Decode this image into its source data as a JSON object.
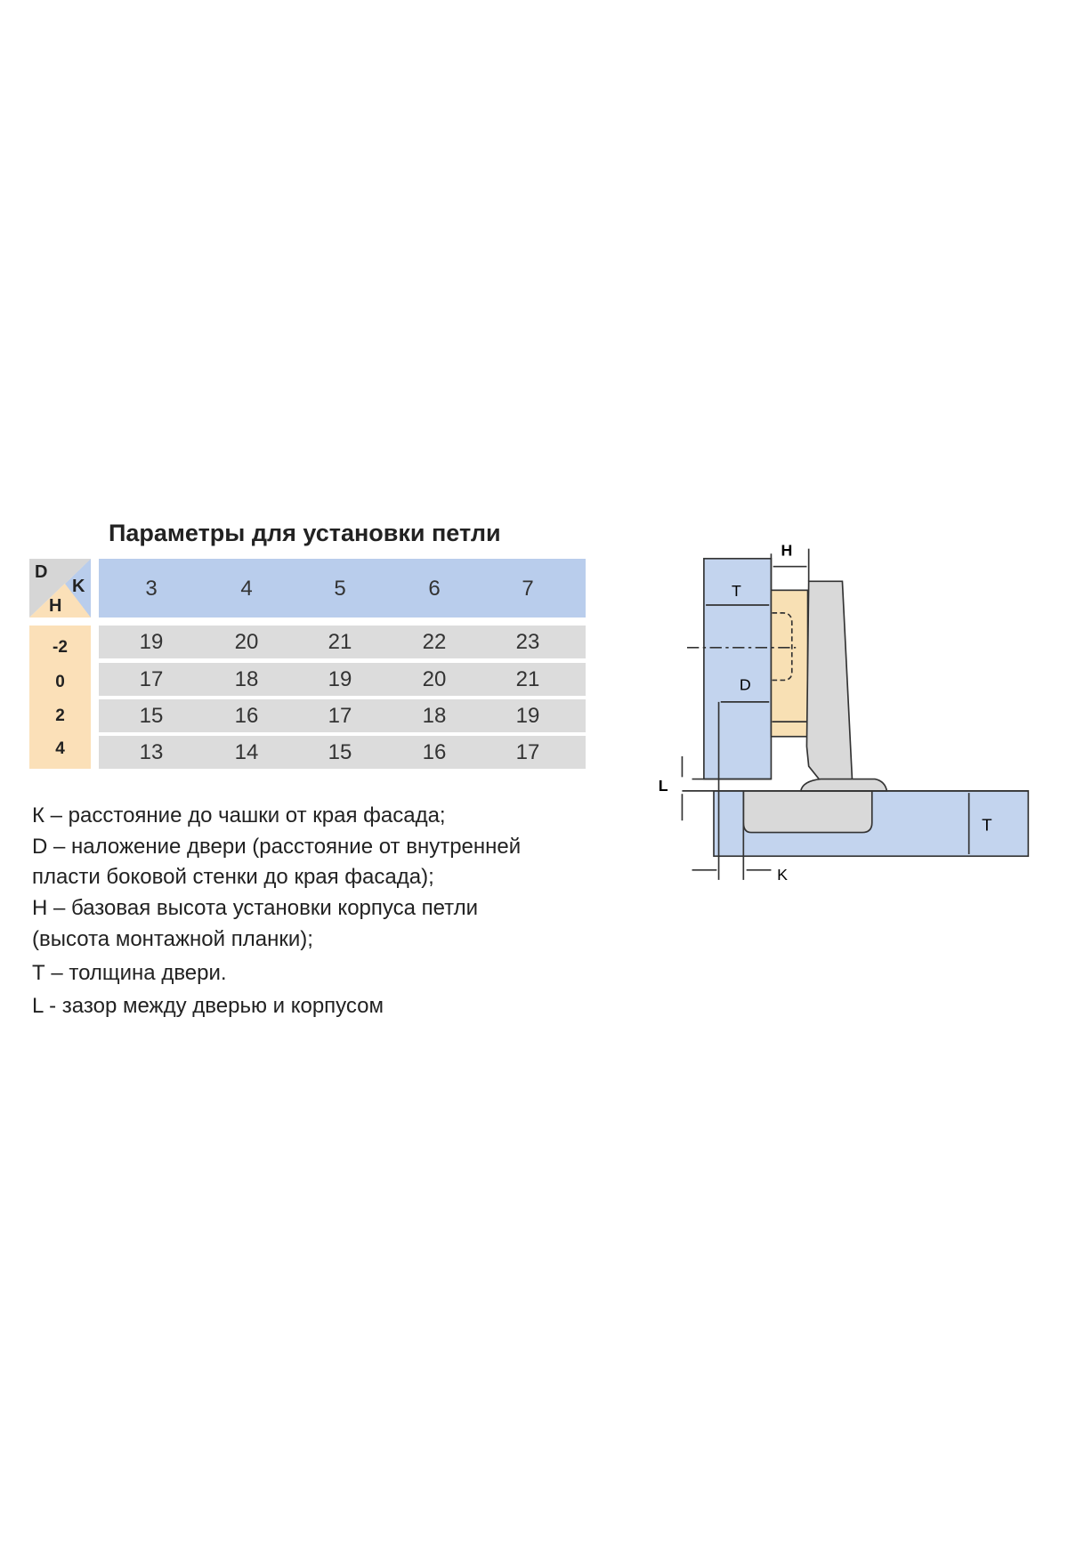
{
  "title": "Параметры для установки петли",
  "table": {
    "corner_labels": {
      "d": "D",
      "k": "K",
      "h": "H"
    },
    "k_values": [
      "3",
      "4",
      "5",
      "6",
      "7"
    ],
    "rows": [
      {
        "h": "-2",
        "d": [
          "19",
          "20",
          "21",
          "22",
          "23"
        ]
      },
      {
        "h": "0",
        "d": [
          "17",
          "18",
          "19",
          "20",
          "21"
        ]
      },
      {
        "h": "2",
        "d": [
          "15",
          "16",
          "17",
          "18",
          "19"
        ]
      },
      {
        "h": "4",
        "d": [
          "13",
          "14",
          "15",
          "16",
          "17"
        ]
      }
    ]
  },
  "legend": [
    "К – расстояние до чашки от края фасада;",
    "D – наложение двери (расстояние от внутренней",
    "пласти боковой стенки до края фасада);",
    "H – базовая высота установки корпуса петли",
    "(высота монтажной планки);",
    "Т – толщина двери.",
    "L - зазор между дверью и корпусом"
  ],
  "diagram": {
    "labels": {
      "h": "H",
      "t_top": "T",
      "d": "D",
      "l": "L",
      "t_right": "T",
      "k": "K"
    }
  },
  "colors": {
    "blue": "#c3d4ee",
    "beige": "#f8e0b4",
    "gray": "#d9d9d9",
    "header": "#b9cdec",
    "hcol": "#fbe0b8"
  }
}
